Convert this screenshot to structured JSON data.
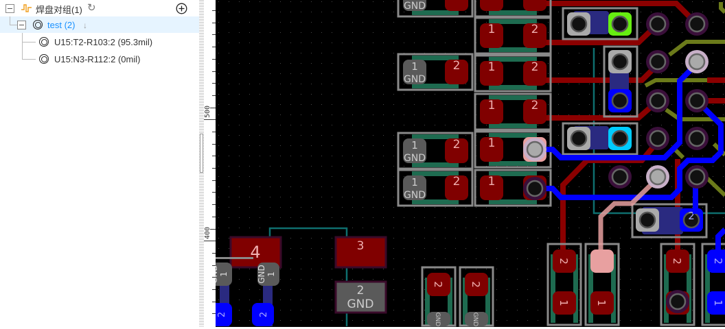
{
  "tree": {
    "root": {
      "label": "焊盘对组(1)",
      "add_icon": "plus-circle-icon",
      "refresh_icon": "refresh-icon"
    },
    "group": {
      "label": "test (2)",
      "sort_icon": "arrow-down-icon"
    },
    "items": [
      {
        "label": "U15:T2-R103:2 (95.3mil)"
      },
      {
        "label": "U15:N3-R112:2 (0mil)"
      }
    ]
  },
  "ruler": {
    "labels": [
      "500",
      "400"
    ]
  },
  "pcb": {
    "pad": {
      "one": "1",
      "two": "2",
      "three": "3",
      "four": "4",
      "gnd": "GND"
    }
  },
  "colors": {
    "selected_bg": "#e6f4ff",
    "link": "#1890ff",
    "copper_top": "#800000",
    "copper_bottom": "#0000ff",
    "board": "#000000"
  }
}
